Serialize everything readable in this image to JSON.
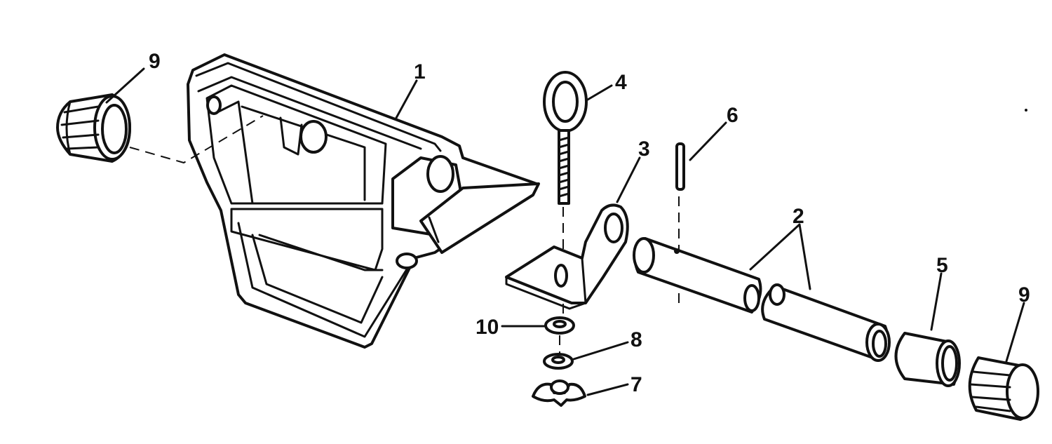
{
  "callouts": {
    "c1": "1",
    "c2": "2",
    "c3": "3",
    "c4": "4",
    "c5": "5",
    "c6": "6",
    "c7": "7",
    "c8": "8",
    "c9_left": "9",
    "c9_right": "9",
    "c10": "10"
  }
}
